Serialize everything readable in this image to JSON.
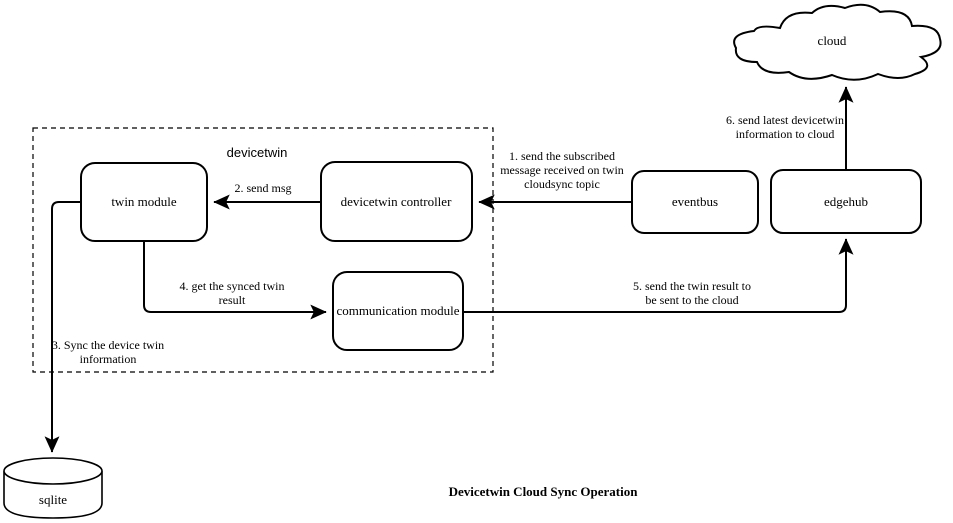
{
  "diagram": {
    "title": "Devicetwin Cloud Sync Operation",
    "group": {
      "label": "devicetwin"
    },
    "nodes": {
      "twin_module": {
        "label": "twin module"
      },
      "devicetwin_controller": {
        "label": "devicetwin controller"
      },
      "communication_module": {
        "label": "communication module"
      },
      "eventbus": {
        "label": "eventbus"
      },
      "edgehub": {
        "label": "edgehub"
      },
      "cloud": {
        "label": "cloud"
      },
      "sqlite": {
        "label": "sqlite"
      }
    },
    "edges": {
      "step1": {
        "line1": "1. send the subscribed",
        "line2": "message received on twin",
        "line3": "cloudsync topic"
      },
      "step2": {
        "line1": "2. send msg"
      },
      "step3": {
        "line1": "3. Sync the device twin",
        "line2": "information"
      },
      "step4": {
        "line1": "4. get the synced twin",
        "line2": "result"
      },
      "step5": {
        "line1": "5. send the twin result to",
        "line2": "be sent to the cloud"
      },
      "step6": {
        "line1": "6. send latest devicetwin",
        "line2": "information to cloud"
      }
    },
    "colors": {
      "stroke": "#000000",
      "fill": "#ffffff",
      "background": "#ffffff"
    }
  }
}
